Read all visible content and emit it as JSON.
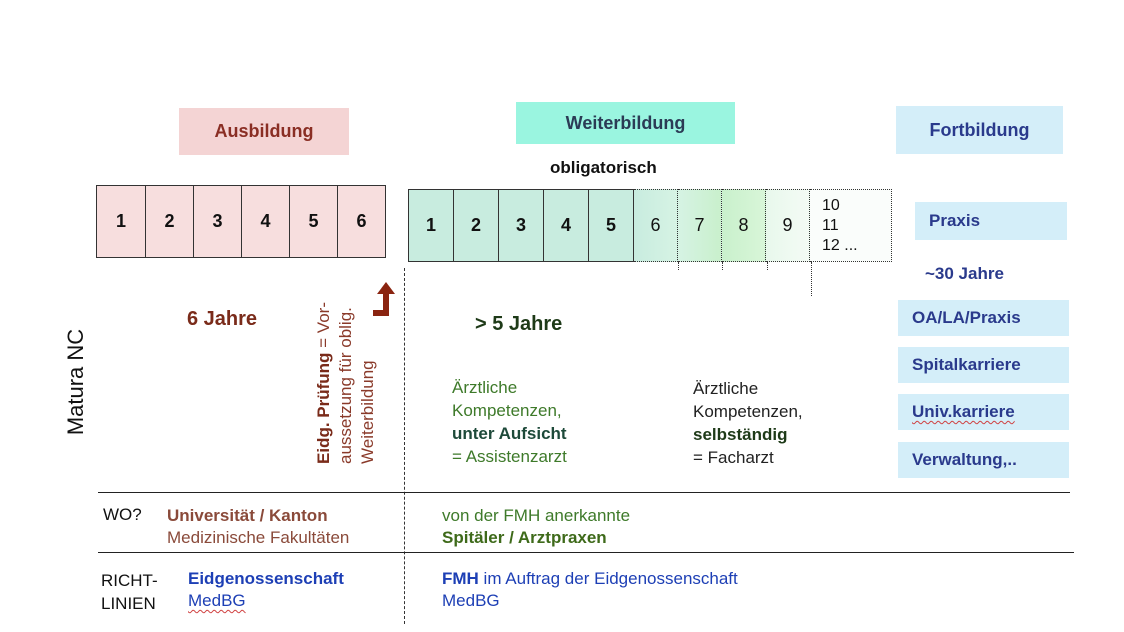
{
  "headers": {
    "ausbildung": "Ausbildung",
    "weiterbildung": "Weiterbildung",
    "fortbildung": "Fortbildung",
    "obligatorisch": "obligatorisch"
  },
  "ausbildung_years": [
    "1",
    "2",
    "3",
    "4",
    "5",
    "6"
  ],
  "weiterbildung_years": [
    "1",
    "2",
    "3",
    "4",
    "5",
    "6",
    "7",
    "8",
    "9"
  ],
  "weiterbildung_extra": [
    "10",
    "11",
    "12 ..."
  ],
  "left_label": "Matura NC",
  "ausbildung_duration": "6 Jahre",
  "exam_note": {
    "bold": "Eidg. Prüfung",
    "rest1": " = Vor-",
    "line2": "aussetzung für oblig.",
    "line3": "Weiterbildung"
  },
  "weiterbildung_duration": "> 5 Jahre",
  "assistant": {
    "line1": "Ärztliche",
    "line2": "Kompetenzen,",
    "line3": "unter Aufsicht",
    "line4": "= Assistenzarzt"
  },
  "specialist": {
    "line1": "Ärztliche",
    "line2": "Kompetenzen,",
    "line3": "selbständig",
    "line4": "= Facharzt"
  },
  "right": {
    "praxis": "Praxis",
    "years": "~30 Jahre",
    "items": [
      "OA/LA/Praxis",
      "Spitalkarriere",
      "Univ.karriere",
      "Verwaltung,.."
    ]
  },
  "wo": {
    "label": "WO?",
    "left_line1": "Universität / Kanton",
    "left_line2": "Medizinische Fakultäten",
    "right_line1": "von der FMH anerkannte",
    "right_line2": "Spitäler / Arztpraxen"
  },
  "richtlinien": {
    "label_line1": "RICHT-",
    "label_line2": "LINIEN",
    "left_line1": "Eidgenossenschaft",
    "left_line2": "MedBG",
    "right_bold": "FMH",
    "right_rest": " im Auftrag der Eidgenossenschaft",
    "right_line2": "MedBG"
  },
  "colors": {
    "ausbildung_bg": "#f7dede",
    "weiterbildung_bg": "#9af5e0",
    "fortbildung_bg": "#d4eef9",
    "weiter_cells": "#c8ecdf"
  }
}
